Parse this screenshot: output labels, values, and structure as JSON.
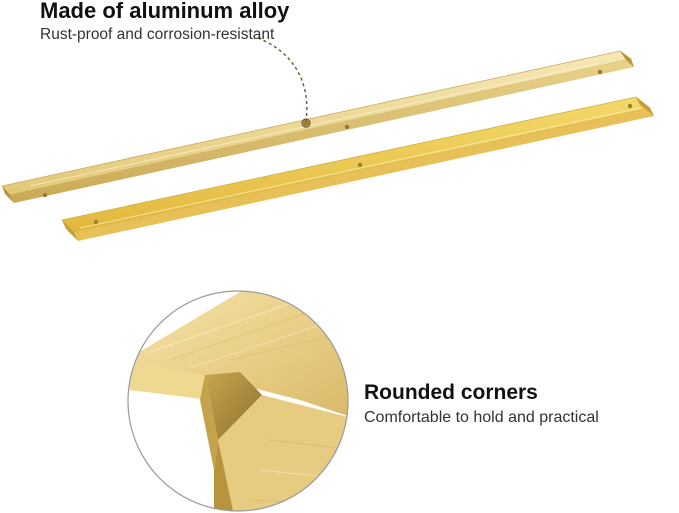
{
  "callouts": {
    "material": {
      "title": "Made of aluminum alloy",
      "subtitle": "Rust-proof and corrosion-resistant"
    },
    "corners": {
      "title": "Rounded corners",
      "subtitle": "Comfortable to hold and practical"
    }
  },
  "colors": {
    "background": "#ffffff",
    "gold_light": "#f3e3a8",
    "gold_mid": "#e6cc7a",
    "gold_dark": "#b8963d",
    "gold_bright": "#f0cf55",
    "heading_text": "#111111",
    "sub_text": "#333333"
  }
}
